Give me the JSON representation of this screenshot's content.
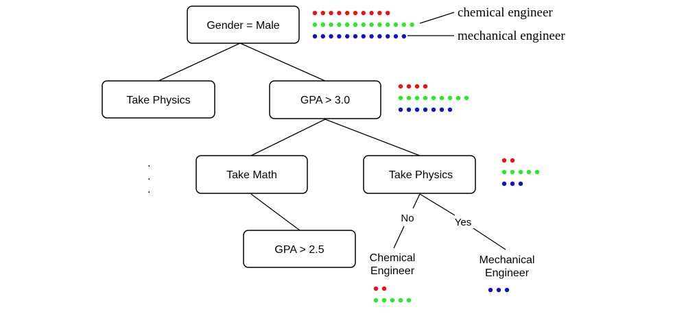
{
  "colors": {
    "red": "#ee1111",
    "green": "#22ee22",
    "blue": "#1111cc"
  },
  "legend": {
    "chemical": "chemical engineer",
    "mechanical": "mechanical engineer"
  },
  "nodes": {
    "root": "Gender = Male",
    "take_physics_left": "Take Physics",
    "gpa_30": "GPA > 3.0",
    "take_math": "Take Math",
    "take_physics_right": "Take Physics",
    "gpa_25": "GPA > 2.5"
  },
  "edge_labels": {
    "no": "No",
    "yes": "Yes"
  },
  "leaves": {
    "chemical": [
      "Chemical",
      "Engineer"
    ],
    "mechanical": [
      "Mechanical",
      "Engineer"
    ]
  },
  "ellipsis": ".",
  "dot_counts": {
    "root": {
      "red": 10,
      "green": 13,
      "blue": 12
    },
    "gpa_30": {
      "red": 4,
      "green": 9,
      "blue": 7
    },
    "take_physics_right": {
      "red": 2,
      "green": 5,
      "blue": 3
    },
    "chemical_leaf": {
      "red": 2,
      "green": 5,
      "blue": 0
    },
    "mechanical_leaf": {
      "red": 0,
      "green": 0,
      "blue": 3
    }
  }
}
